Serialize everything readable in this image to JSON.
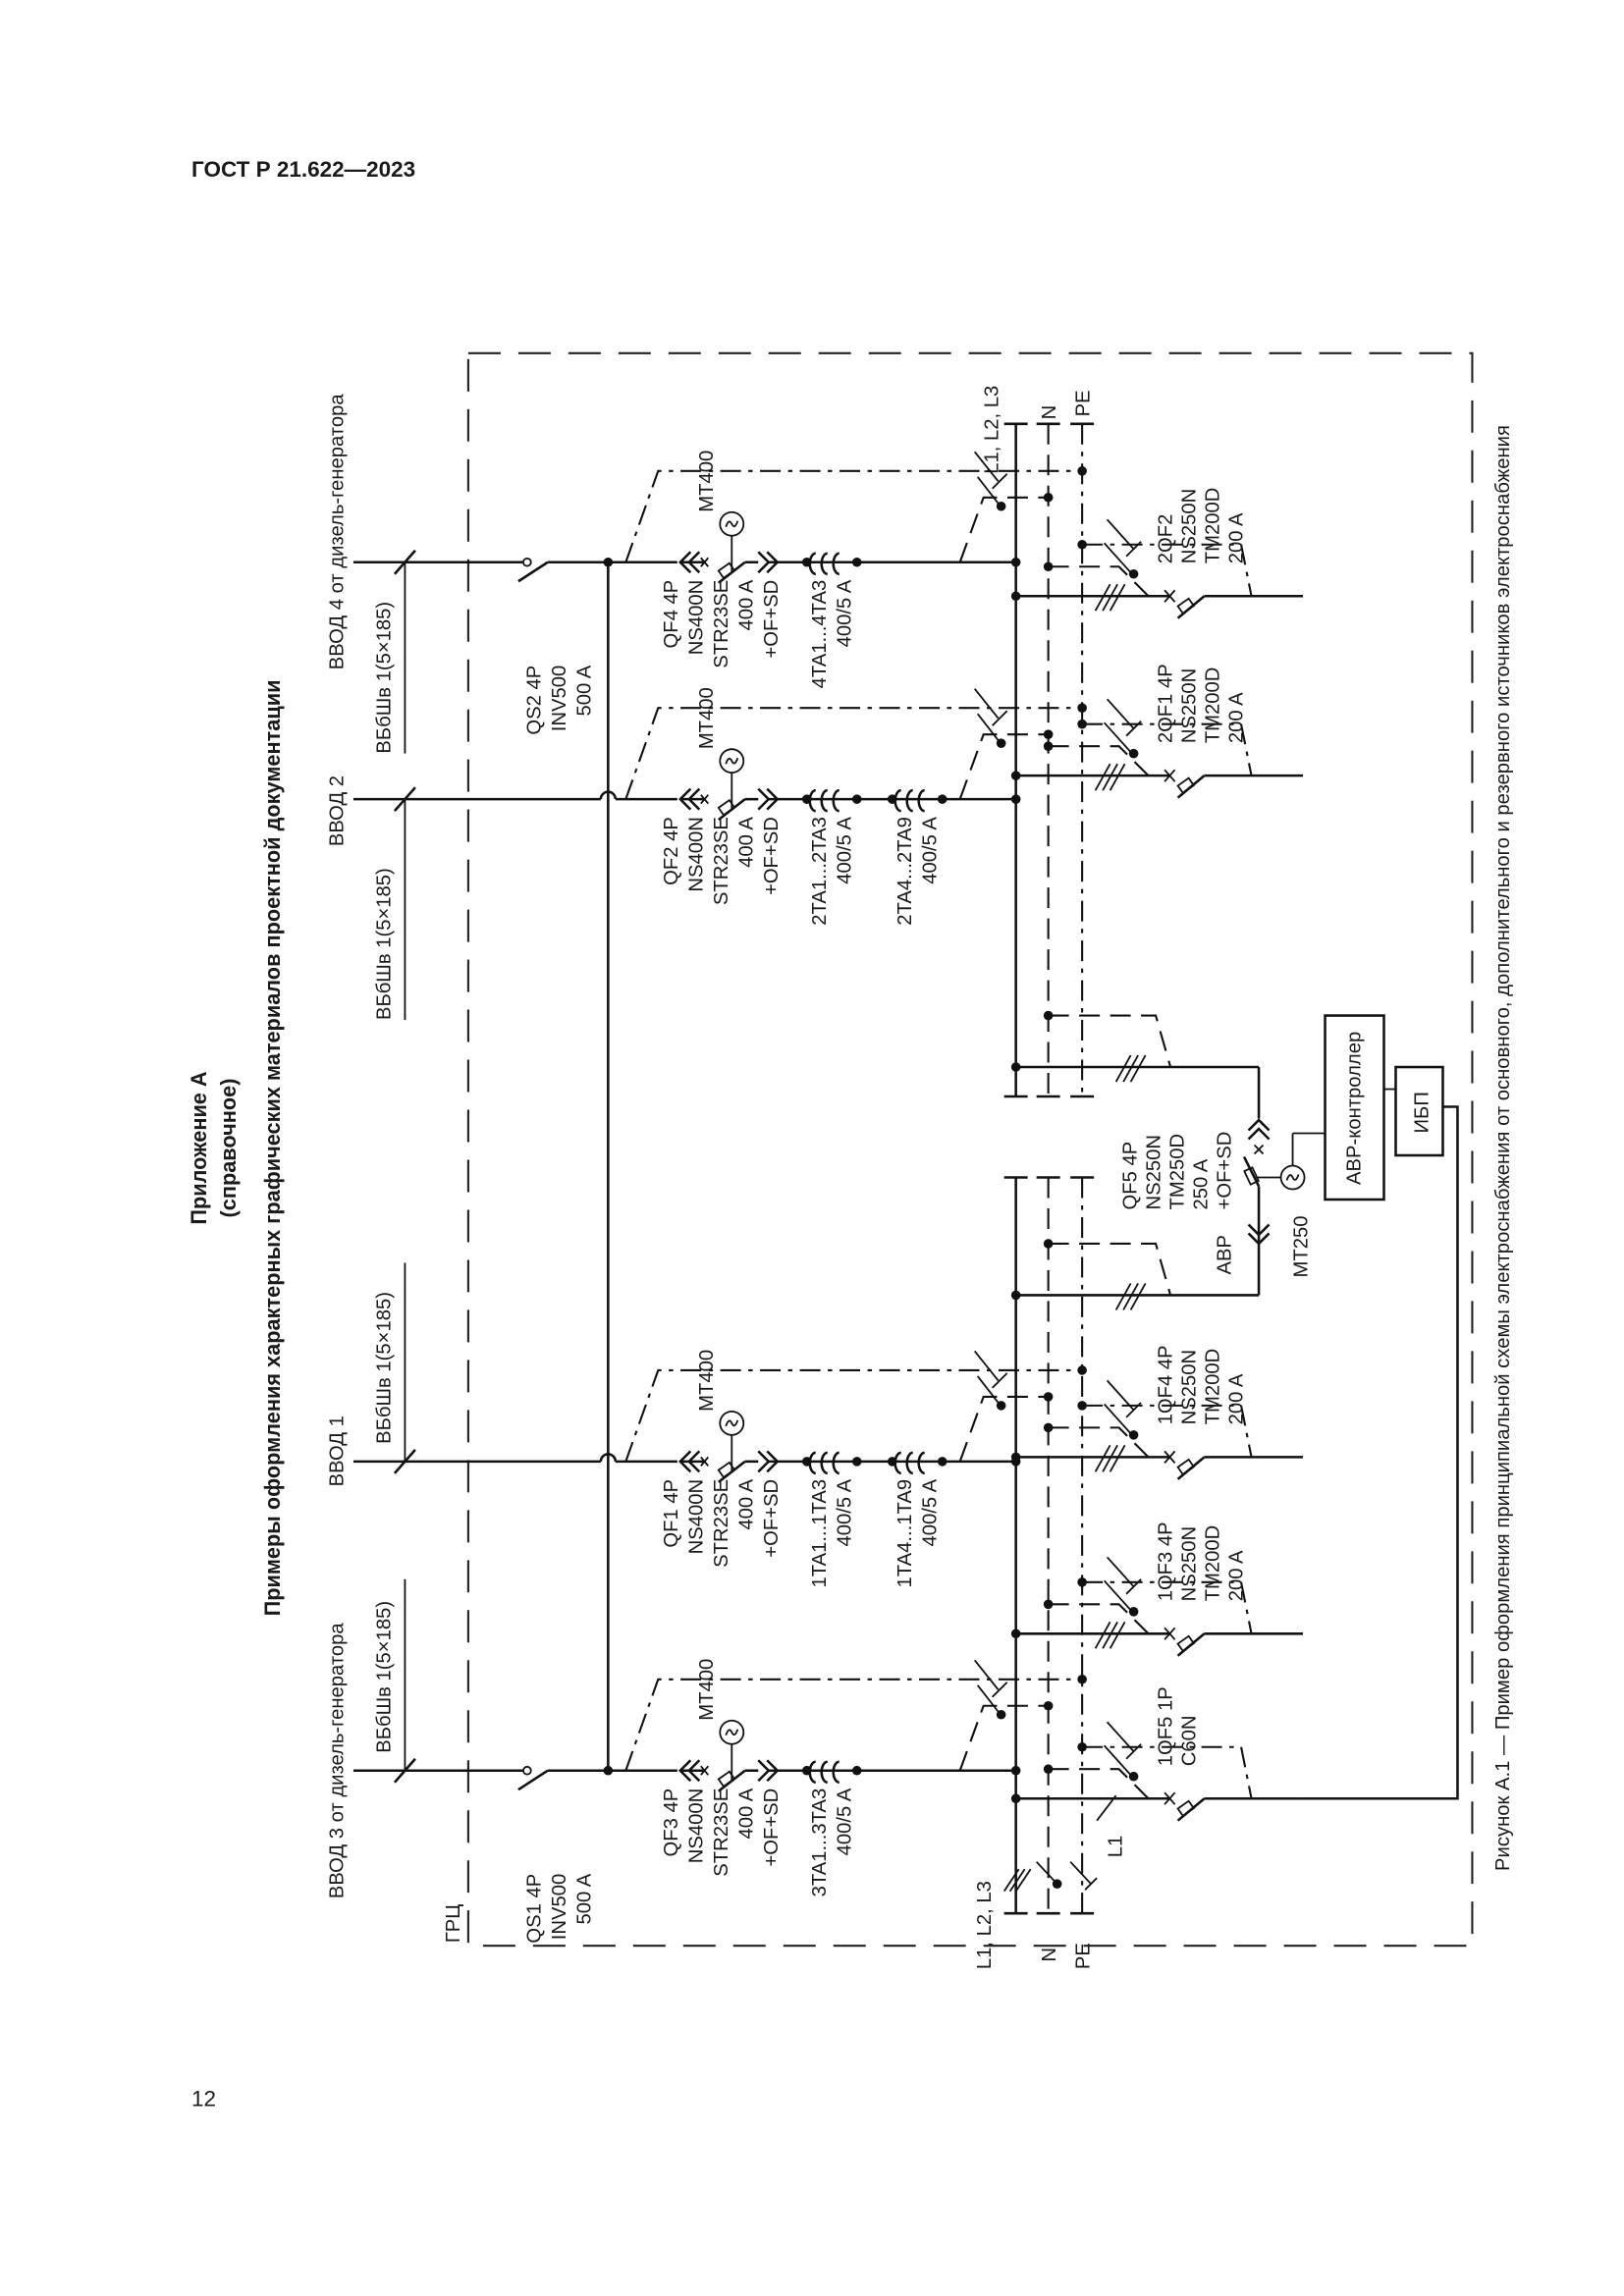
{
  "header": {
    "standard": "ГОСТ Р 21.622—2023"
  },
  "page_number": "12",
  "appendix": {
    "title": "Приложение А",
    "note": "(справочное)",
    "heading": "Примеры оформления характерных графических материалов проектной документации"
  },
  "figure": {
    "caption": "Рисунок А.1 — Пример оформления принципиальной схемы электроснабжения от основного, дополнительного и резервного источников электроснабжения",
    "panel_label": "ГРЦ",
    "bus_labels": {
      "phases": "L1, L2, L3",
      "neutral": "N",
      "pe": "PE",
      "phase_l1": "L1"
    },
    "incomers": [
      {
        "name": "ВВОД 3 от дизель-генератора",
        "cable": "ВБбШв 1(5×185)",
        "diesel": true,
        "switch": [
          "QS1  4P",
          "INV500",
          "500 A"
        ],
        "breaker": [
          "QF3  4P",
          "NS400N",
          "STR23SE",
          "400 A",
          "+OF+SD"
        ],
        "trip": "MT400",
        "ct": [
          [
            "3TA1...3TA3",
            "400/5 A"
          ]
        ]
      },
      {
        "name": "ВВОД 1",
        "cable": "ВБбШв 1(5×185)",
        "diesel": false,
        "breaker": [
          "QF1  4P",
          "NS400N",
          "STR23SE",
          "400 A",
          "+OF+SD"
        ],
        "trip": "MT400",
        "ct": [
          [
            "1TA1...1TA3",
            "400/5 A"
          ],
          [
            "1TA4...1TA9",
            "400/5 A"
          ]
        ]
      },
      {
        "name": "ВВОД 2",
        "cable": "ВБбШв 1(5×185)",
        "diesel": false,
        "breaker": [
          "QF2  4P",
          "NS400N",
          "STR23SE",
          "400 A",
          "+OF+SD"
        ],
        "trip": "MT400",
        "ct": [
          [
            "2TA1...2TA3",
            "400/5 A"
          ],
          [
            "2TA4...2TA9",
            "400/5 A"
          ]
        ]
      },
      {
        "name": "ВВОД 4 от дизель-генератора",
        "cable": "ВБбШв 1(5×185)",
        "diesel": true,
        "switch": [
          "QS2  4P",
          "INV500",
          "500 A"
        ],
        "breaker": [
          "QF4  4P",
          "NS400N",
          "STR23SE",
          "400 A",
          "+OF+SD"
        ],
        "trip": "MT400",
        "ct": [
          [
            "4TA1...4TA3",
            "400/5 A"
          ]
        ]
      }
    ],
    "outgoing": [
      {
        "lines": [
          "1QF5 1P",
          "C60N"
        ],
        "single_phase": true
      },
      {
        "lines": [
          "1QF3 4P",
          "NS250N",
          "TM200D",
          "200 A"
        ],
        "single_phase": false
      },
      {
        "lines": [
          "1QF4 4P",
          "NS250N",
          "TM200D",
          "200 A"
        ],
        "single_phase": false
      },
      {
        "lines": [
          "2QF1 4P",
          "NS250N",
          "TM200D",
          "200 A"
        ],
        "single_phase": false
      },
      {
        "lines": [
          "2QF2",
          "NS250N",
          "TM200D",
          "200 A"
        ],
        "single_phase": false
      }
    ],
    "ats": {
      "breaker": [
        "QF5 4P",
        "NS250N",
        "TM250D",
        "250 A",
        "+OF+SD"
      ],
      "label": "АВР",
      "trip": "MT250",
      "controller": "АВР-контроллер",
      "ups": "ИБП"
    }
  }
}
